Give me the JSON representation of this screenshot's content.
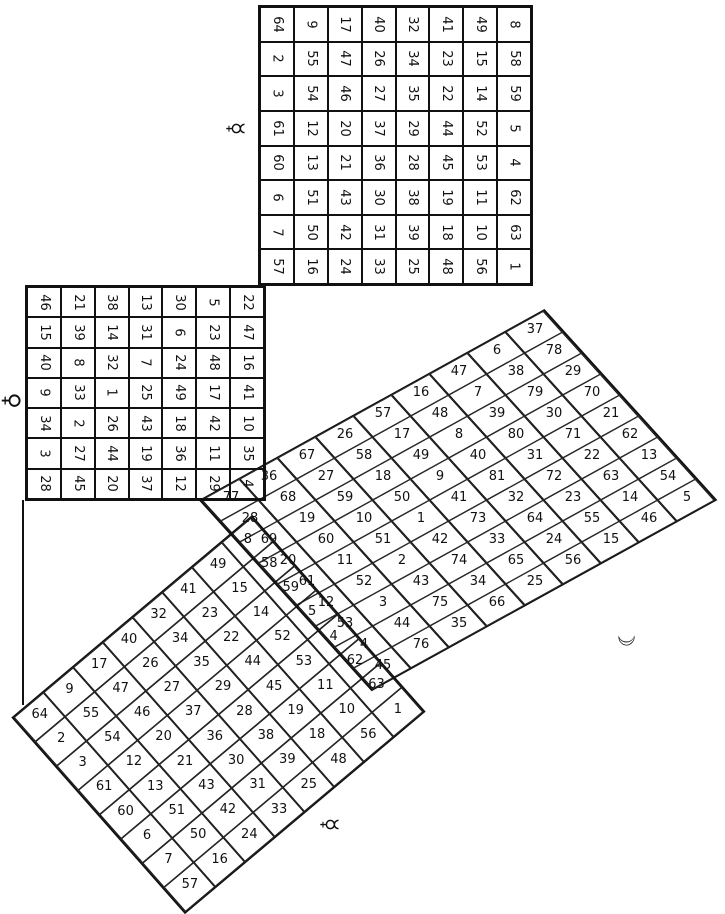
{
  "symbols": {
    "venus": "♀",
    "mercury_top": "☿",
    "mercury_bottom": "☿",
    "moon": "☽"
  },
  "mercury_square_columns": [
    [
      "64",
      "2",
      "3",
      "61",
      "60",
      "6",
      "7",
      "57"
    ],
    [
      "9",
      "55",
      "54",
      "12",
      "13",
      "51",
      "50",
      "16"
    ],
    [
      "17",
      "47",
      "46",
      "20",
      "21",
      "43",
      "42",
      "24"
    ],
    [
      "40",
      "26",
      "27",
      "37",
      "36",
      "30",
      "31",
      "33"
    ],
    [
      "32",
      "34",
      "35",
      "29",
      "28",
      "38",
      "39",
      "25"
    ],
    [
      "41",
      "23",
      "22",
      "44",
      "45",
      "19",
      "18",
      "48"
    ],
    [
      "49",
      "15",
      "14",
      "52",
      "53",
      "11",
      "10",
      "56"
    ],
    [
      "8",
      "58",
      "59",
      "5",
      "4",
      "62",
      "63",
      "1"
    ]
  ],
  "venus_square_columns": [
    [
      "46",
      "15",
      "40",
      "9",
      "34",
      "3",
      "28"
    ],
    [
      "21",
      "39",
      "8",
      "33",
      "2",
      "27",
      "45"
    ],
    [
      "38",
      "14",
      "32",
      "1",
      "26",
      "44",
      "20"
    ],
    [
      "13",
      "31",
      "7",
      "25",
      "43",
      "19",
      "37"
    ],
    [
      "30",
      "6",
      "24",
      "49",
      "18",
      "36",
      "12"
    ],
    [
      "5",
      "23",
      "48",
      "17",
      "42",
      "11",
      "29"
    ],
    [
      "22",
      "47",
      "16",
      "41",
      "10",
      "35",
      "4"
    ]
  ],
  "moon_square_rows": [
    [
      "37",
      "78",
      "29",
      "70",
      "21",
      "62",
      "13",
      "54",
      "5"
    ],
    [
      "6",
      "38",
      "79",
      "30",
      "71",
      "22",
      "63",
      "14",
      "46"
    ],
    [
      "47",
      "7",
      "39",
      "80",
      "31",
      "72",
      "23",
      "55",
      "15"
    ],
    [
      "16",
      "48",
      "8",
      "40",
      "81",
      "32",
      "64",
      "24",
      "56"
    ],
    [
      "57",
      "17",
      "49",
      "9",
      "41",
      "73",
      "33",
      "65",
      "25"
    ],
    [
      "26",
      "58",
      "18",
      "50",
      "1",
      "42",
      "74",
      "34",
      "66"
    ],
    [
      "67",
      "27",
      "59",
      "10",
      "51",
      "2",
      "43",
      "75",
      "35"
    ],
    [
      "36",
      "68",
      "19",
      "60",
      "11",
      "52",
      "3",
      "44",
      "76"
    ],
    [
      "77",
      "28",
      "69",
      "20",
      "61",
      "12",
      "53",
      "4",
      "45"
    ]
  ],
  "mercury_square_2_rows": [
    [
      "8",
      "58",
      "59",
      "5",
      "4",
      "62",
      "63",
      "1"
    ],
    [
      "49",
      "15",
      "14",
      "52",
      "53",
      "11",
      "10",
      "56"
    ],
    [
      "41",
      "23",
      "22",
      "44",
      "45",
      "19",
      "18",
      "48"
    ],
    [
      "32",
      "34",
      "35",
      "29",
      "28",
      "38",
      "39",
      "25"
    ],
    [
      "40",
      "26",
      "27",
      "37",
      "36",
      "30",
      "31",
      "33"
    ],
    [
      "17",
      "47",
      "46",
      "20",
      "21",
      "43",
      "42",
      "24"
    ],
    [
      "9",
      "55",
      "54",
      "12",
      "13",
      "51",
      "50",
      "16"
    ],
    [
      "64",
      "2",
      "3",
      "61",
      "60",
      "6",
      "7",
      "57"
    ]
  ]
}
